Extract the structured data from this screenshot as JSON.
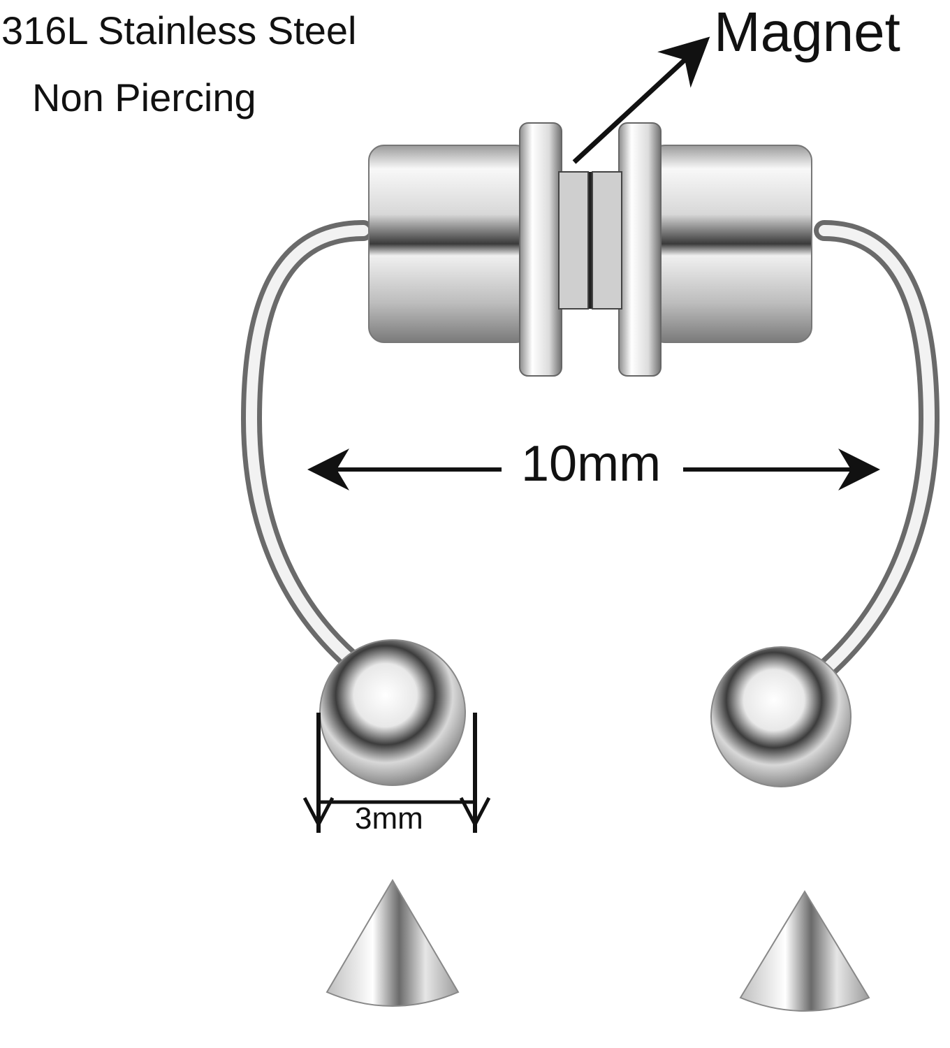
{
  "labels": {
    "material": "316L Stainless Steel",
    "piercing": "Non Piercing",
    "magnet": "Magnet",
    "width": "10mm",
    "ball": "3mm"
  },
  "colors": {
    "metal_light": "#f4f4f4",
    "metal_mid": "#c9c9c9",
    "metal_dark": "#5a5a5a",
    "ink": "#111111"
  }
}
